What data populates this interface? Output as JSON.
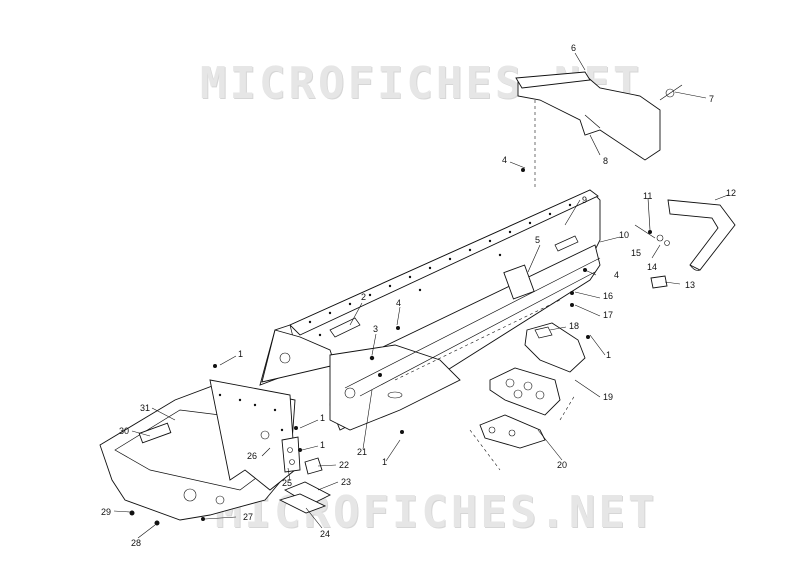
{
  "watermarks": {
    "top": "MICROFICHES.NET",
    "bottom": "MICROFICHES.NET"
  },
  "callouts": [
    {
      "id": "c1a",
      "label": "1"
    },
    {
      "id": "c1b",
      "label": "1"
    },
    {
      "id": "c1c",
      "label": "1"
    },
    {
      "id": "c1d",
      "label": "1"
    },
    {
      "id": "c1e",
      "label": "1"
    },
    {
      "id": "c2",
      "label": "2"
    },
    {
      "id": "c3",
      "label": "3"
    },
    {
      "id": "c4a",
      "label": "4"
    },
    {
      "id": "c4b",
      "label": "4"
    },
    {
      "id": "c4c",
      "label": "4"
    },
    {
      "id": "c5",
      "label": "5"
    },
    {
      "id": "c6",
      "label": "6"
    },
    {
      "id": "c7",
      "label": "7"
    },
    {
      "id": "c8",
      "label": "8"
    },
    {
      "id": "c9",
      "label": "9"
    },
    {
      "id": "c10",
      "label": "10"
    },
    {
      "id": "c11",
      "label": "11"
    },
    {
      "id": "c12",
      "label": "12"
    },
    {
      "id": "c13",
      "label": "13"
    },
    {
      "id": "c14",
      "label": "14"
    },
    {
      "id": "c15",
      "label": "15"
    },
    {
      "id": "c16",
      "label": "16"
    },
    {
      "id": "c17",
      "label": "17"
    },
    {
      "id": "c18",
      "label": "18"
    },
    {
      "id": "c19",
      "label": "19"
    },
    {
      "id": "c20",
      "label": "20"
    },
    {
      "id": "c21",
      "label": "21"
    },
    {
      "id": "c22",
      "label": "22"
    },
    {
      "id": "c23",
      "label": "23"
    },
    {
      "id": "c24",
      "label": "24"
    },
    {
      "id": "c25",
      "label": "25"
    },
    {
      "id": "c26",
      "label": "26"
    },
    {
      "id": "c27",
      "label": "27"
    },
    {
      "id": "c28",
      "label": "28"
    },
    {
      "id": "c29",
      "label": "29"
    },
    {
      "id": "c30",
      "label": "30"
    },
    {
      "id": "c31",
      "label": "31"
    }
  ]
}
